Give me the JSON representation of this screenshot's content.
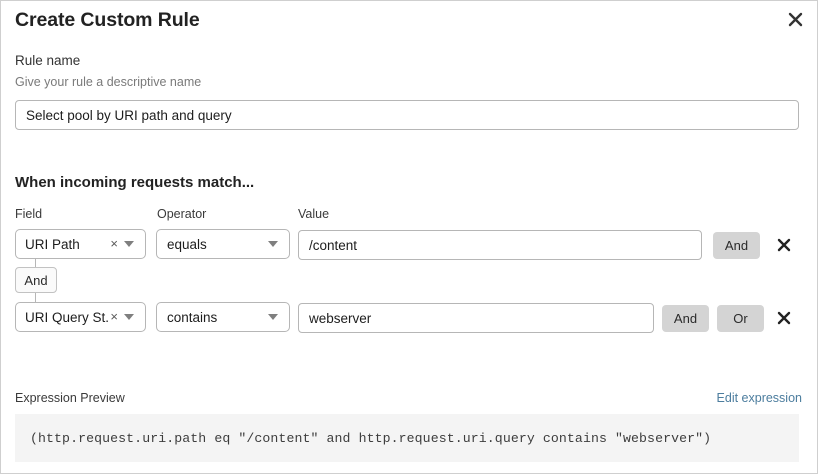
{
  "dialog": {
    "title": "Create Custom Rule",
    "close_icon": "close-icon"
  },
  "rule_name": {
    "label": "Rule name",
    "hint": "Give your rule a descriptive name",
    "value": "Select pool by URI path and query",
    "placeholder": "Select pool by URI path and query"
  },
  "matcher": {
    "heading": "When incoming requests match...",
    "columns": {
      "field": "Field",
      "operator": "Operator",
      "value": "Value"
    },
    "connector": {
      "label": "And"
    },
    "rows": [
      {
        "field": "URI Path",
        "clear_icon": "×",
        "operator": "equals",
        "value": "/content",
        "buttons": [
          "And"
        ],
        "delete_icon": "close-icon"
      },
      {
        "field": "URI Query St...",
        "clear_icon": "×",
        "operator": "contains",
        "value": "webserver",
        "buttons": [
          "And",
          "Or"
        ],
        "delete_icon": "close-icon"
      }
    ]
  },
  "expression": {
    "label": "Expression Preview",
    "edit_link": "Edit expression",
    "text": "(http.request.uri.path eq \"/content\" and http.request.uri.query contains \"webserver\")"
  },
  "colors": {
    "accent_link": "#4c7d9e",
    "button_bg": "#d4d4d4",
    "preview_bg": "#f4f4f4",
    "border": "#b6b6b6"
  }
}
